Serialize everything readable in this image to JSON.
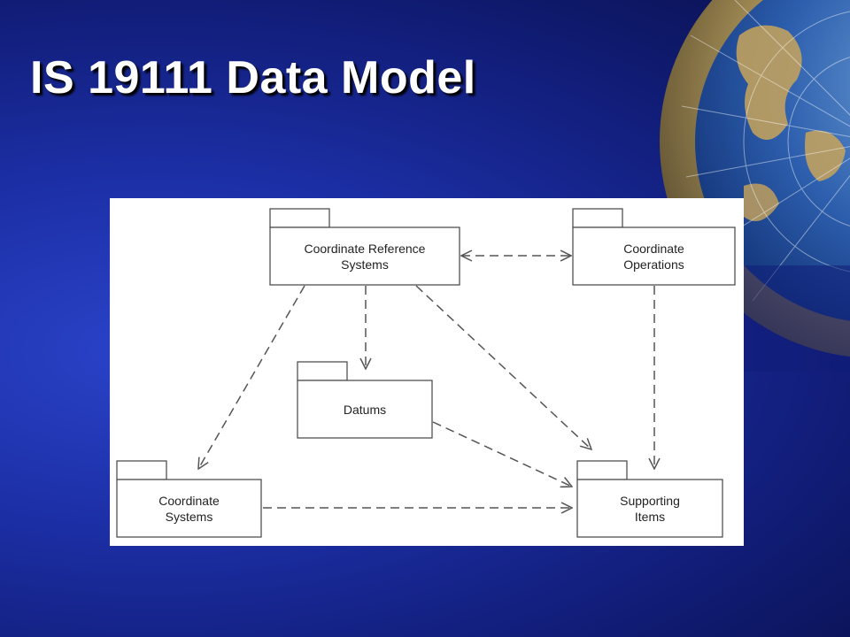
{
  "slide": {
    "title": "IS 19111 Data Model"
  },
  "diagram": {
    "packages": {
      "crs": {
        "line1": "Coordinate Reference",
        "line2": "Systems"
      },
      "ops": {
        "line1": "Coordinate",
        "line2": "Operations"
      },
      "datums": {
        "line1": "Datums"
      },
      "cs": {
        "line1": "Coordinate",
        "line2": "Systems"
      },
      "support": {
        "line1": "Supporting",
        "line2": "Items"
      }
    },
    "relations": [
      {
        "from": "Coordinate Reference Systems",
        "to": "Coordinate Operations",
        "style": "dashed",
        "arrows": "both"
      },
      {
        "from": "Coordinate Reference Systems",
        "to": "Datums",
        "style": "dashed",
        "arrows": "end"
      },
      {
        "from": "Coordinate Reference Systems",
        "to": "Coordinate Systems",
        "style": "dashed",
        "arrows": "end"
      },
      {
        "from": "Coordinate Reference Systems",
        "to": "Supporting Items",
        "style": "dashed",
        "arrows": "end"
      },
      {
        "from": "Coordinate Operations",
        "to": "Supporting Items",
        "style": "dashed",
        "arrows": "end"
      },
      {
        "from": "Datums",
        "to": "Supporting Items",
        "style": "dashed",
        "arrows": "end"
      },
      {
        "from": "Coordinate Systems",
        "to": "Supporting Items",
        "style": "dashed",
        "arrows": "end"
      }
    ]
  },
  "colors": {
    "background": "#1c2fa6",
    "title_text": "#ffffff",
    "diagram_line": "#555555"
  }
}
